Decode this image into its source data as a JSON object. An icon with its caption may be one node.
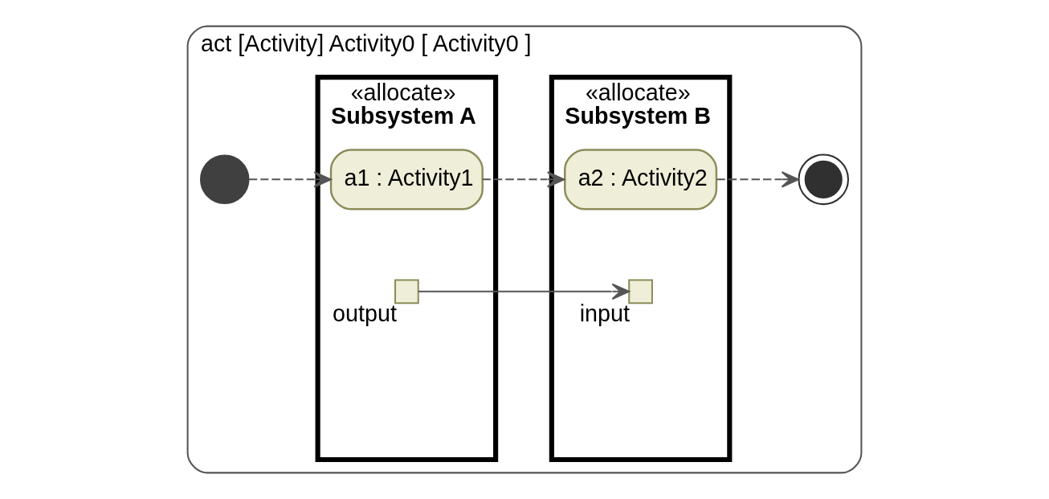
{
  "diagram": {
    "nodes": [
      {
        "text": [
          "act [Activity] Activity0 [ Activity0 ]"
        ]
      },
      {
        "text": [
          "«allocate»",
          "Subsystem A"
        ],
        "in": 0
      },
      {
        "text": [
          "«allocate»",
          "Subsystem B"
        ],
        "in": 0
      },
      {
        "text": [],
        "shape": "circle",
        "in": 0
      },
      {
        "text": [
          "a1 : Activity1"
        ],
        "in": 1
      },
      {
        "text": [],
        "shape": "box",
        "in": 1,
        "beside": [
          "output"
        ]
      },
      {
        "text": [
          "a2 : Activity2"
        ],
        "in": 2
      },
      {
        "text": [],
        "shape": "box",
        "in": 2,
        "beside": [
          "input"
        ]
      },
      {
        "text": [],
        "shape": "circle",
        "in": 0
      }
    ],
    "edges": [
      {
        "from": 3,
        "to": 4,
        "arrow": "to",
        "style": "dashed"
      },
      {
        "from": 4,
        "to": 6,
        "arrow": "to",
        "style": "dashed"
      },
      {
        "from": 6,
        "to": 8,
        "arrow": "to",
        "style": "dashed"
      },
      {
        "from": 5,
        "to": 7,
        "arrow": "to"
      }
    ]
  }
}
